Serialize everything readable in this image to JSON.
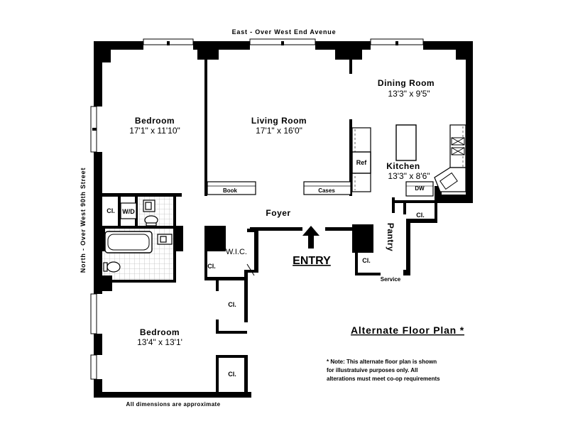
{
  "streets": {
    "top": "East - Over West End Avenue",
    "left": "North - Over West 90th Street"
  },
  "rooms": {
    "bedroom1": {
      "name": "Bedroom",
      "dims": "17'1\"  x  11'10\""
    },
    "living": {
      "name": "Living Room",
      "dims": "17'1\"  x  16'0\""
    },
    "dining": {
      "name": "Dining Room",
      "dims": "13'3\"  x  9'5\""
    },
    "kitchen": {
      "name": "Kitchen",
      "dims": "13'3\"  x  8'6\""
    },
    "bedroom2": {
      "name": "Bedroom",
      "dims": "13'4\"  x  13'1'"
    },
    "foyer": {
      "name": "Foyer"
    },
    "pantry": {
      "name": "Pantry"
    },
    "wic": {
      "name": "W.I.C."
    }
  },
  "small_labels": {
    "cl": "Cl.",
    "wd": "W/D",
    "ref": "Ref",
    "dw": "DW",
    "book": "Book",
    "cases": "Cases",
    "service": "Service"
  },
  "entry": "ENTRY",
  "title": "Alternate Floor Plan *",
  "note": {
    "line1": "* Note: This alternate floor plan is shown",
    "line2": "for illustratuive purposes only.  All",
    "line3": "alterations must meet co-op requirements"
  },
  "footer": "All dimensions are approximate"
}
